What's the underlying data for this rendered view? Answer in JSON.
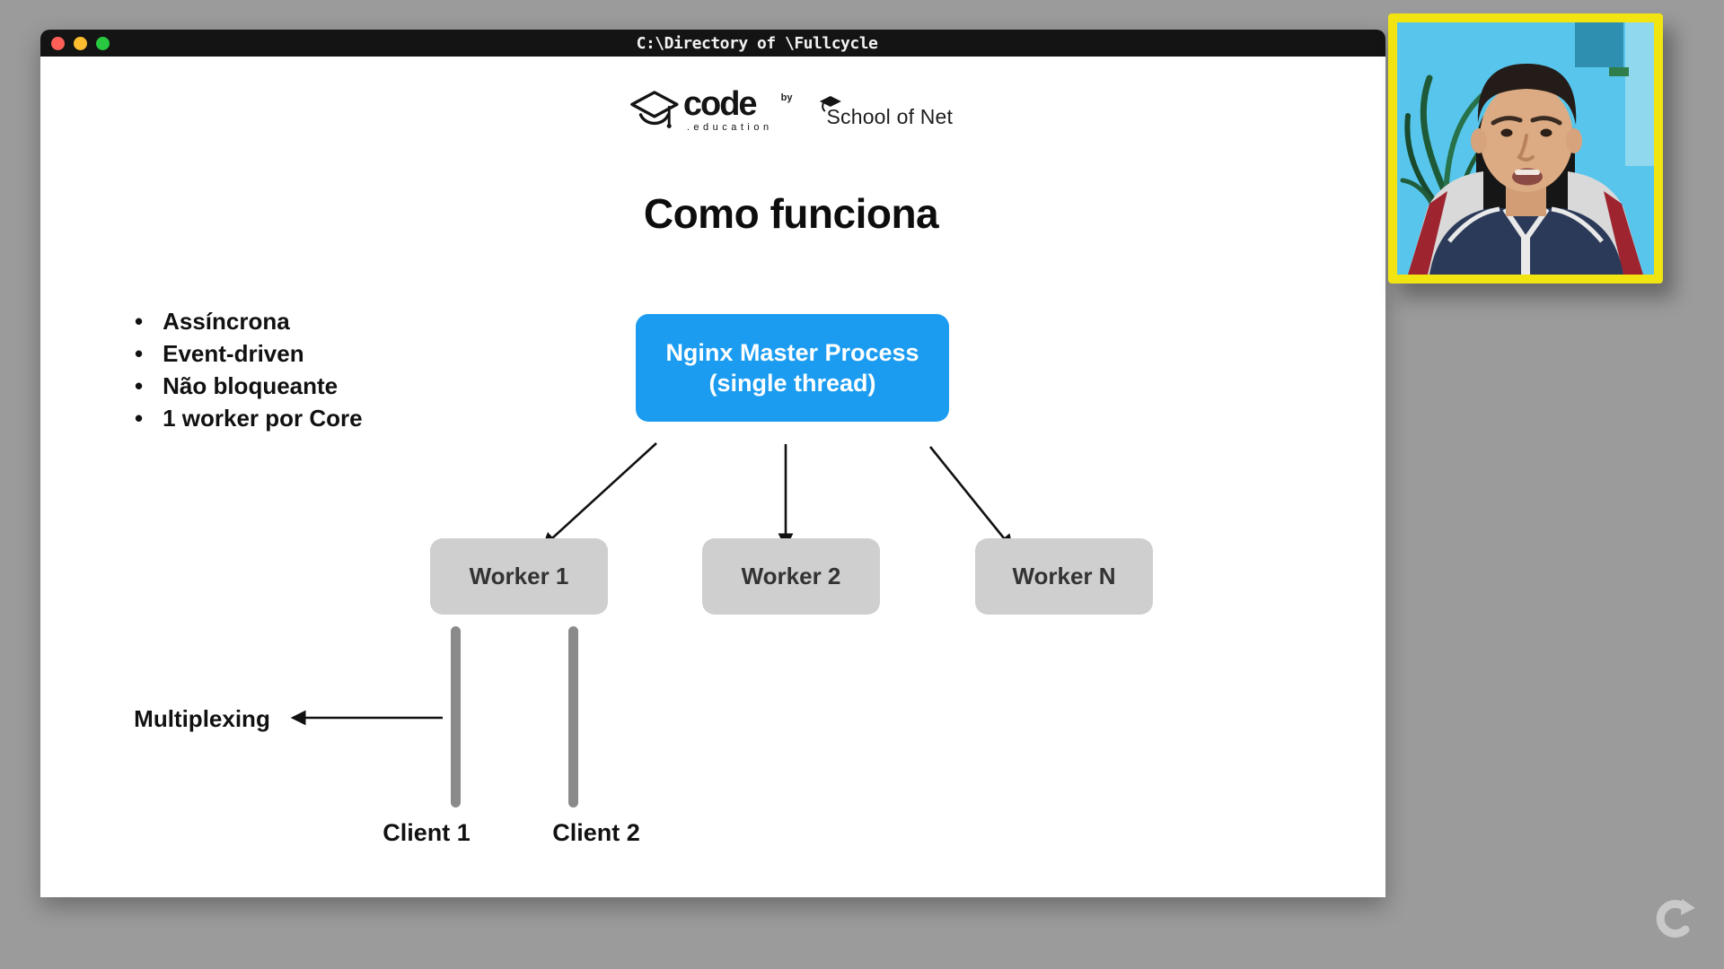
{
  "titlebar": {
    "title": "C:\\Directory of \\Fullcycle"
  },
  "header": {
    "code_logo": {
      "word": "code",
      "sub": ".education",
      "by": "by"
    },
    "partner_logo": "School of Net"
  },
  "slide": {
    "title": "Como funciona",
    "bullets": [
      "Assíncrona",
      "Event-driven",
      "Não bloqueante",
      "1 worker por Core"
    ],
    "master_process": {
      "line1": "Nginx Master Process",
      "line2": "(single thread)"
    },
    "workers": [
      "Worker 1",
      "Worker 2",
      "Worker N"
    ],
    "multiplexing_label": "Multiplexing",
    "clients": [
      "Client 1",
      "Client 2"
    ]
  },
  "icons": {
    "traffic_lights": [
      "close-button",
      "minimize-button",
      "fullscreen-button"
    ],
    "code_logo_icon": "graduation-cap-icon",
    "school_logo_icon": "graduation-cap-icon",
    "watermark": "fullcycle-circular-arrow-logo",
    "webcam": "presenter-webcam-feed"
  },
  "colors": {
    "background": "#9B9B9B",
    "titlebar": "#141414",
    "master_box_blue": "#1B9CF1",
    "worker_box_gray": "#CFCFCF",
    "timeline_bar_gray": "#8A8A8A",
    "webcam_border_yellow": "#F2E410",
    "traffic_red": "#FF5F57",
    "traffic_yellow": "#FEBC2E",
    "traffic_green": "#28C840"
  }
}
